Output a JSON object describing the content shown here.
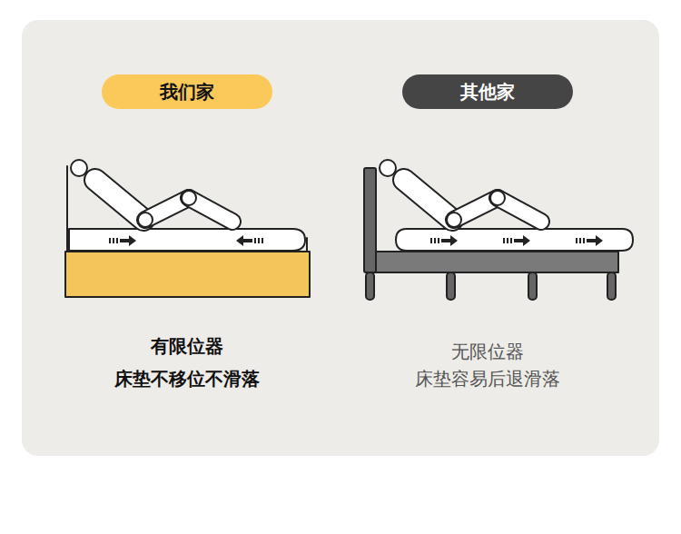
{
  "diagram": {
    "nodes": [
      {
        "text": [
          "我们家"
        ]
      },
      {
        "text": [
          "其他家"
        ]
      }
    ],
    "labels": [
      "有限位器",
      "床垫不移位不滑落",
      "无限位器",
      "床垫容易后退滑落"
    ]
  }
}
